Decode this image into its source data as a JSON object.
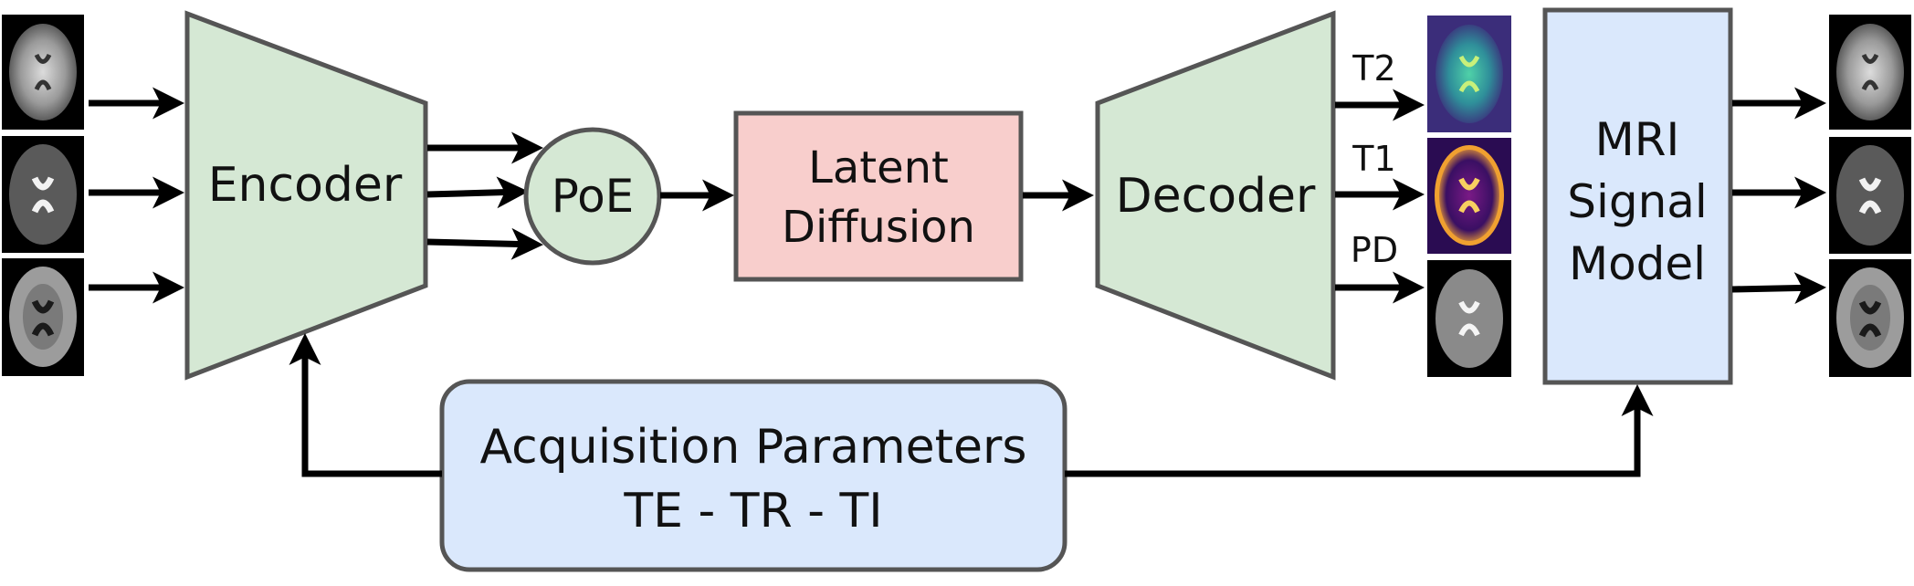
{
  "blocks": {
    "encoder": "Encoder",
    "poe": "PoE",
    "latent_line1": "Latent",
    "latent_line2": "Diffusion",
    "decoder": "Decoder",
    "mri_line1": "MRI",
    "mri_line2": "Signal",
    "mri_line3": "Model",
    "acq_line1": "Acquisition Parameters",
    "acq_line2": "TE - TR - TI"
  },
  "maps": {
    "t2": "T2",
    "t1": "T1",
    "pd": "PD"
  },
  "colors": {
    "green": "#d5e8d4",
    "red": "#f8cecc",
    "blue": "#dae8fc",
    "stroke": "#555555"
  }
}
